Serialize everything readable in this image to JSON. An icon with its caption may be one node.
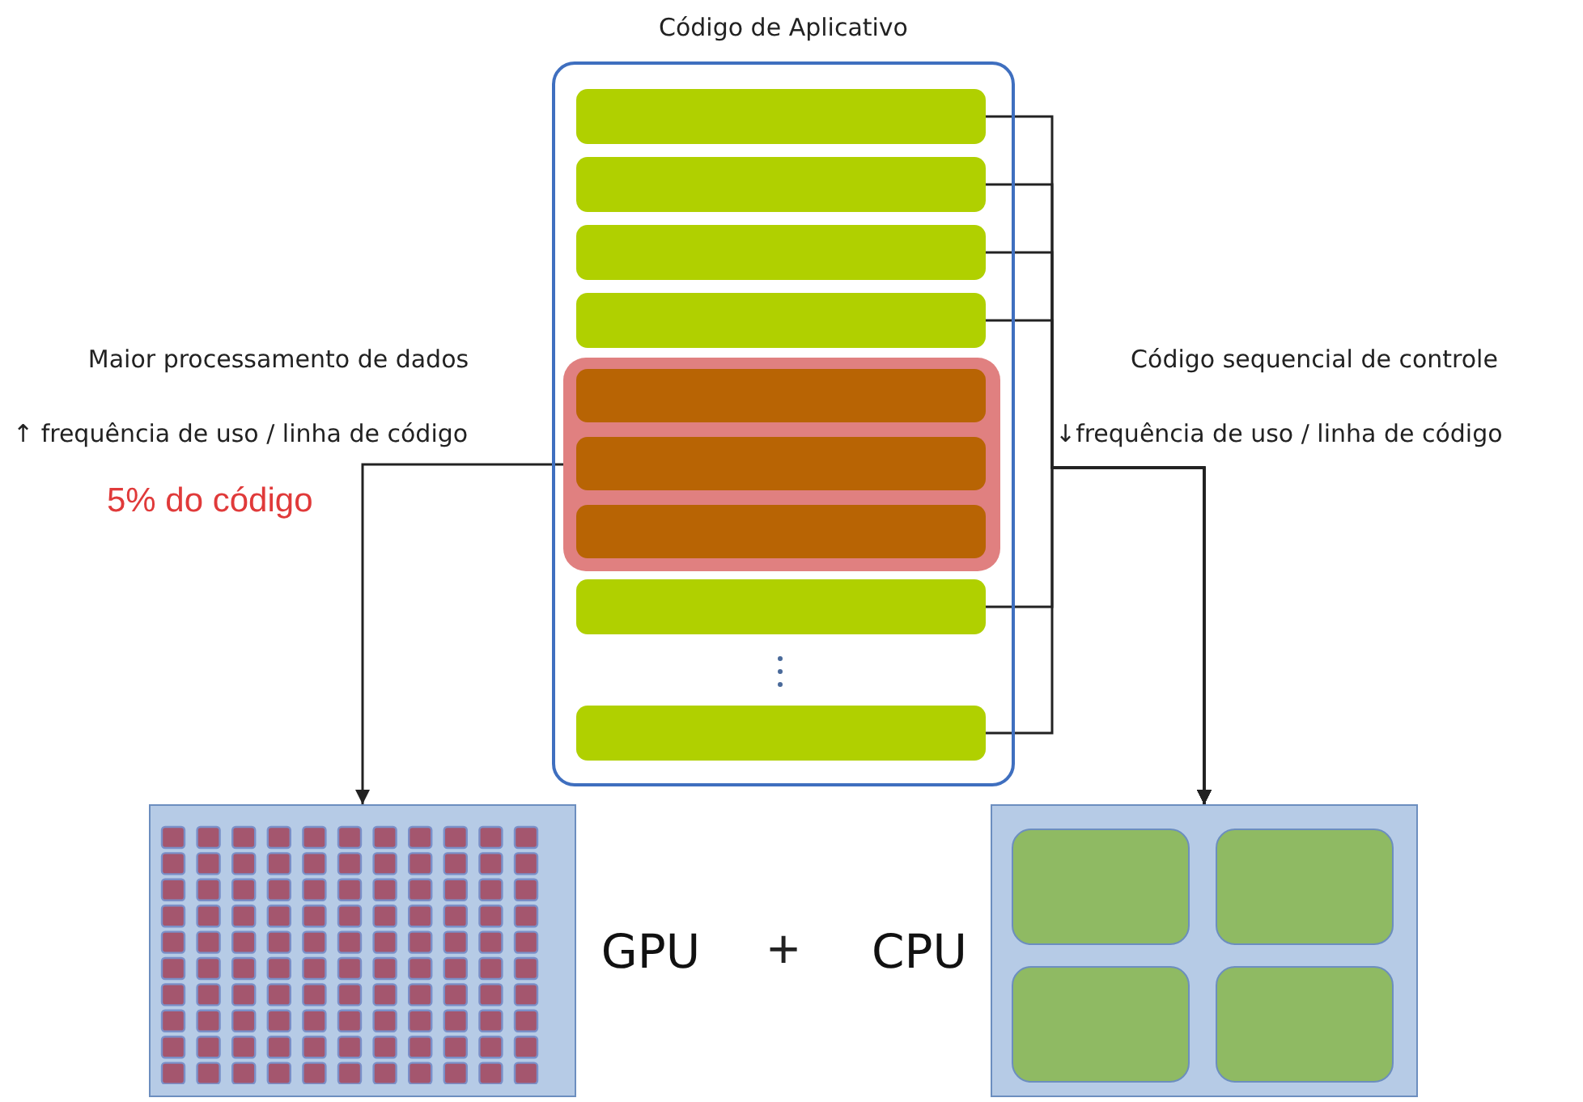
{
  "diagram": {
    "nodes": [
      {
        "text": [
          "Código de Aplicativo"
        ]
      },
      {
        "text": [],
        "shape": "bar",
        "in": 0
      },
      {
        "text": [],
        "shape": "bar",
        "in": 0
      },
      {
        "text": [],
        "shape": "bar",
        "in": 0
      },
      {
        "text": [],
        "shape": "bar",
        "in": 0
      },
      {
        "text": [],
        "shape": "box",
        "in": 0
      },
      {
        "text": [],
        "shape": "bar",
        "in": 5
      },
      {
        "text": [],
        "shape": "bar",
        "in": 5
      },
      {
        "text": [],
        "shape": "bar",
        "in": 5
      },
      {
        "text": [],
        "shape": "bar",
        "in": 0
      },
      {
        "text": [],
        "shape": "bar",
        "in": 0
      },
      {
        "text": [],
        "shape": "box",
        "beside": [
          "GPU"
        ]
      },
      {
        "text": [],
        "shape": "box",
        "beside": [
          "CPU"
        ]
      },
      {
        "text": [],
        "shape": "box",
        "in": 12
      },
      {
        "text": [],
        "shape": "box",
        "in": 12
      },
      {
        "text": [],
        "shape": "box",
        "in": 12
      },
      {
        "text": [],
        "shape": "box",
        "in": 12
      }
    ],
    "edges": [
      {
        "from": 5,
        "to": 11,
        "arrow": "to"
      },
      {
        "from": 1,
        "to": 12,
        "arrow": "to"
      },
      {
        "from": 2,
        "to": 12,
        "arrow": "to"
      },
      {
        "from": 3,
        "to": 12,
        "arrow": "to"
      },
      {
        "from": 4,
        "to": 12,
        "arrow": "to"
      },
      {
        "from": 9,
        "to": 12,
        "arrow": "to"
      },
      {
        "from": 10,
        "to": 12,
        "arrow": "to"
      }
    ],
    "labels": [
      "Maior processamento de dados",
      "Código sequencial de controle",
      "↑ frequência de uso / linha de código",
      "↓frequência de uso / linha de código",
      "5% do código",
      "+"
    ]
  }
}
